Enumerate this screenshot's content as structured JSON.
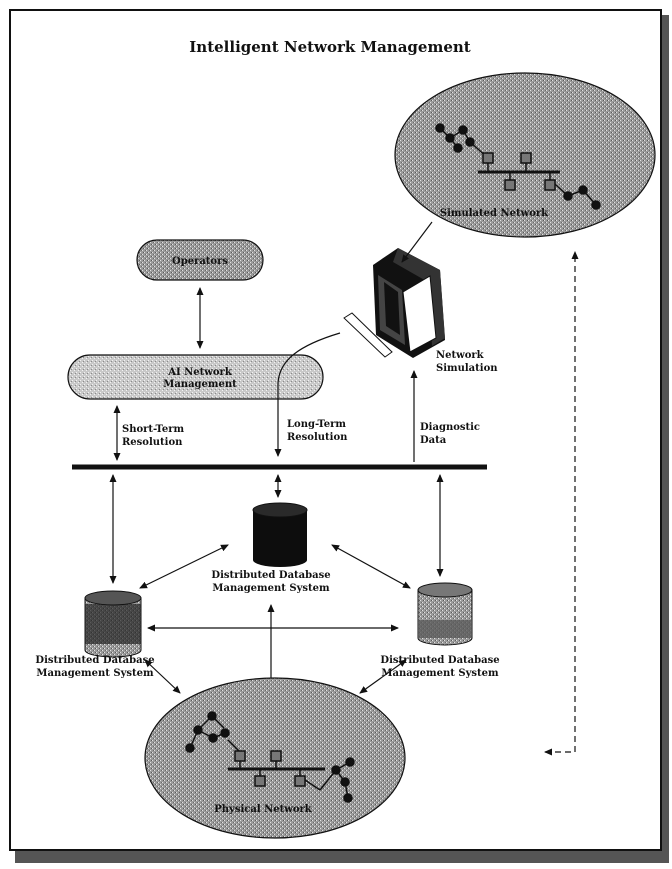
{
  "title": "Intelligent Network Management",
  "nodes": {
    "operators": "Operators",
    "ai_line1": "AI Network",
    "ai_line2": "Management",
    "simulated_network": "Simulated Network",
    "network_simulation_line1": "Network",
    "network_simulation_line2": "Simulation",
    "physical_network": "Physical Network"
  },
  "edge_labels": {
    "short_term_line1": "Short-Term",
    "short_term_line2": "Resolution",
    "long_term_line1": "Long-Term",
    "long_term_line2": "Resolution",
    "diagnostic_line1": "Diagnostic",
    "diagnostic_line2": "Data"
  },
  "databases": {
    "center_line1": "Distributed Database",
    "center_line2": "Management System",
    "left_line1": "Distributed Database",
    "left_line2": "Management System",
    "right_line1": "Distributed Database",
    "right_line2": "Management System"
  }
}
